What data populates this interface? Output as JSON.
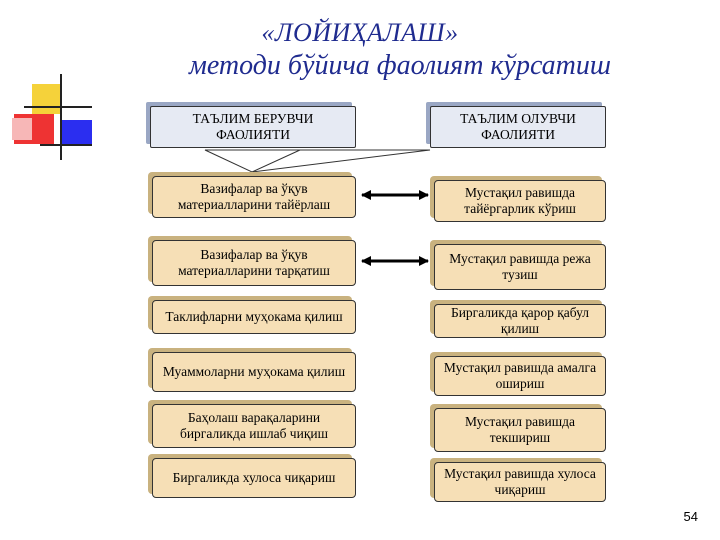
{
  "title": {
    "line1": "«ЛОЙИҲАЛАШ»",
    "line2": "методи бўйича фаолият кўрсатиш"
  },
  "headers": {
    "left": "ТАЪЛИМ БЕРУВЧИ ФАОЛИЯТИ",
    "right": "ТАЪЛИМ ОЛУВЧИ ФАОЛИЯТИ"
  },
  "rows": [
    {
      "left": "Вазифалар ва ўқув материалларини тайёрлаш",
      "right": "Мустақил равишда тайёргарлик кўриш"
    },
    {
      "left": "Вазифалар ва ўқув материалларини тарқатиш",
      "right": "Мустақил равишда режа тузиш"
    },
    {
      "left": "Таклифларни муҳокама қилиш",
      "right": "Биргаликда қарор қабул қилиш"
    },
    {
      "left": "Муаммоларни муҳокама қилиш",
      "right": "Мустақил равишда амалга ошириш"
    },
    {
      "left": "Баҳолаш варақаларини биргаликда ишлаб чиқиш",
      "right": "Мустақил равишда текшириш"
    },
    {
      "left": "Биргаликда хулоса чиқариш",
      "right": "Мустақил равишда хулоса чиқариш"
    }
  ],
  "page_number": "54",
  "colors": {
    "title": "#1f2b8f",
    "box_fill": "#f6dfb6",
    "header_fill": "#e6eaf3",
    "arrow": "#000000"
  }
}
